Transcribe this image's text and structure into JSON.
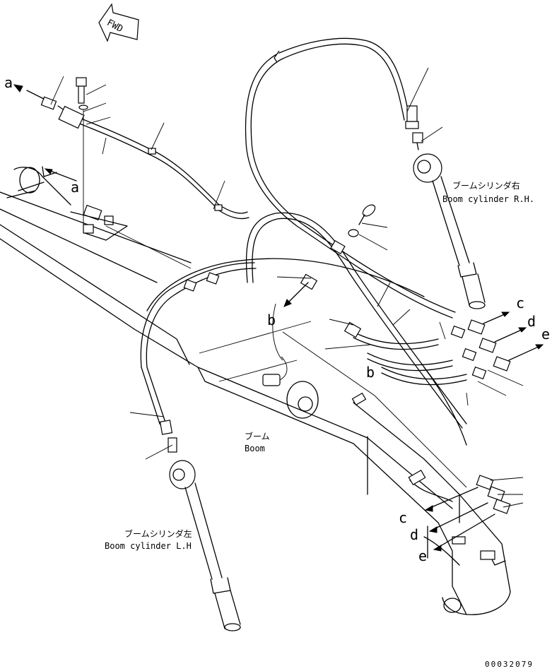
{
  "fwd_label": "FWD",
  "labels": {
    "boom_rh_jp": "ブームシリンダ右",
    "boom_rh_en": "Boom cylinder R.H.",
    "boom_lh_jp": "ブームシリンダ左",
    "boom_lh_en": "Boom cylinder L.H",
    "boom_jp": "ブーム",
    "boom_en": "Boom"
  },
  "callouts": {
    "a1": "a",
    "a2": "a",
    "b1": "b",
    "b2": "b",
    "c1": "c",
    "c2": "c",
    "d1": "d",
    "d2": "d",
    "e1": "e",
    "e2": "e"
  },
  "drawing_number": "00032079"
}
